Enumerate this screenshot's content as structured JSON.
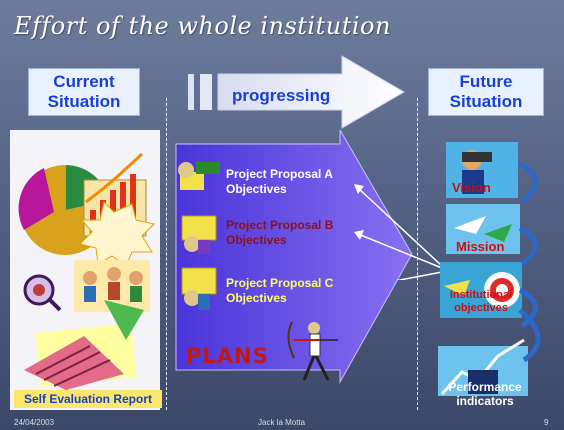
{
  "slide": {
    "title": "Effort of the whole institution",
    "current_label": "Current Situation",
    "future_label": "Future Situation",
    "progress_label": "progressing",
    "plans_label": "PLANS",
    "self_eval_label": "Self Evaluation Report"
  },
  "proposals": [
    {
      "title": "Project Proposal A",
      "sub": "Objectives",
      "color": "#ffffff"
    },
    {
      "title": "Project Proposal B",
      "sub": "Objectives",
      "color": "#8b1020"
    },
    {
      "title": "Project Proposal C",
      "sub": "Objectives",
      "color": "#ffff66"
    }
  ],
  "future_items": [
    {
      "label": "Vision",
      "color": "#cc1010"
    },
    {
      "label": "Mission",
      "color": "#cc1010"
    },
    {
      "label": "Institutional objectives",
      "color": "#cc1010"
    },
    {
      "label": "Performance indicators",
      "color": "#ffffff"
    }
  ],
  "footer": {
    "date": "24/04/2003",
    "author": "Jack la Motta",
    "page": "9"
  },
  "colors": {
    "background": "#546285",
    "label_blue": "#1a3fd6",
    "arrow_purple": "#6a4ee8"
  },
  "icons": [
    "clipart-chart",
    "clipart-magnifier",
    "clipart-meeting",
    "clipart-archer",
    "clipart-target"
  ]
}
